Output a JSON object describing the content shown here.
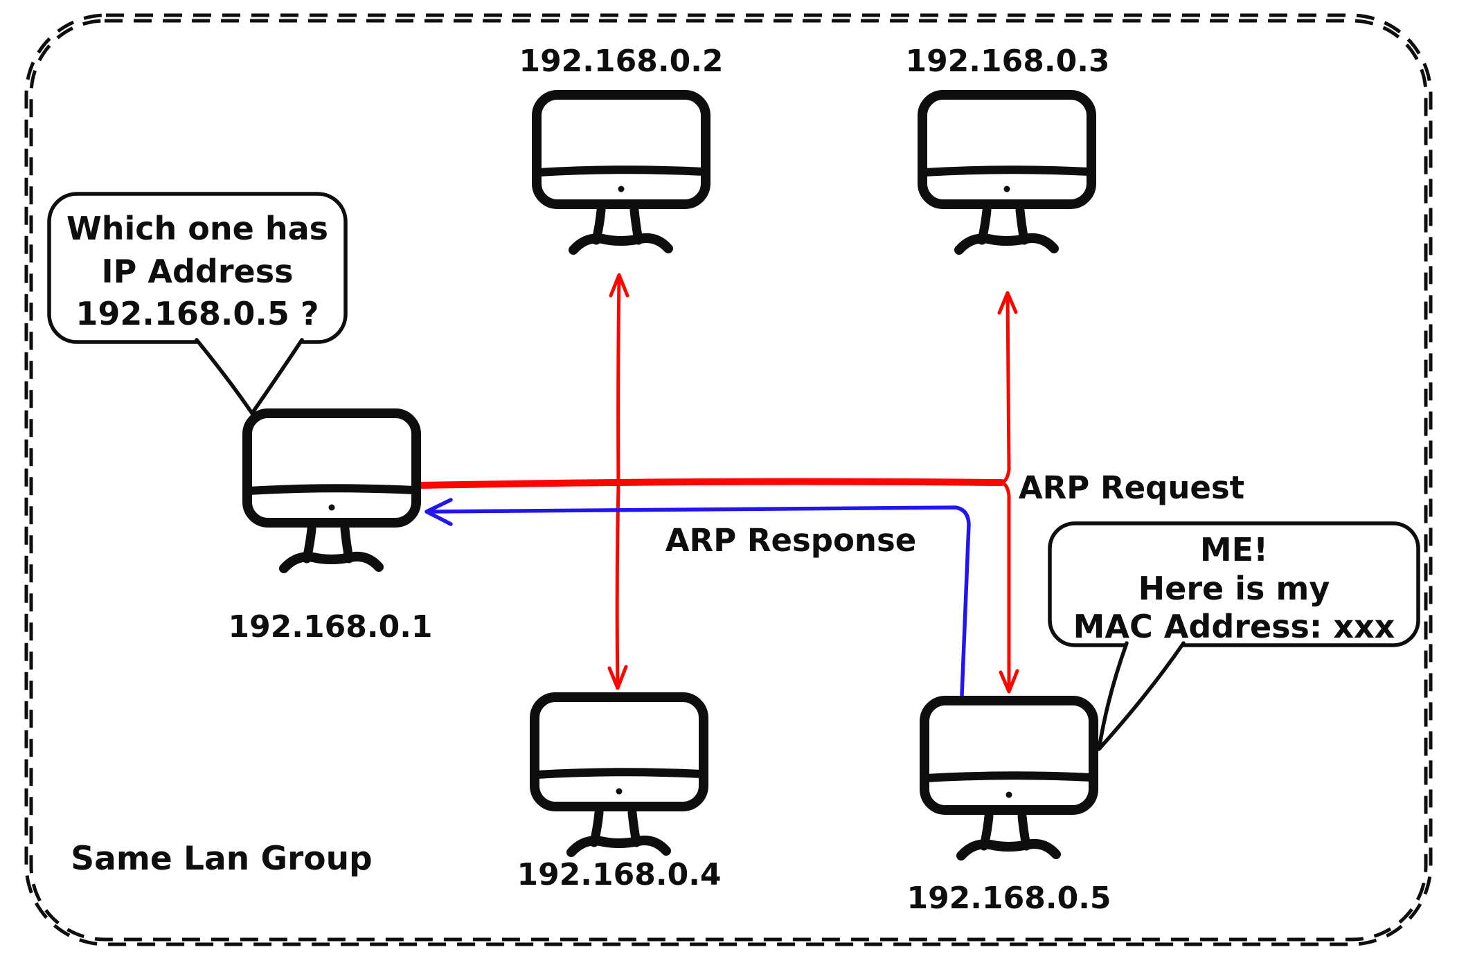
{
  "diagram": {
    "group_label": "Same Lan Group",
    "computers": [
      {
        "ip": "192.168.0.1"
      },
      {
        "ip": "192.168.0.2"
      },
      {
        "ip": "192.168.0.3"
      },
      {
        "ip": "192.168.0.4"
      },
      {
        "ip": "192.168.0.5"
      }
    ],
    "bubbles": {
      "question": {
        "lines": [
          "Which one has",
          "IP Address",
          "192.168.0.5 ?"
        ]
      },
      "answer": {
        "lines": [
          "ME!",
          "Here is my",
          "MAC Address: xxx"
        ]
      }
    },
    "labels": {
      "request": "ARP Request",
      "response": "ARP Response"
    },
    "colors": {
      "request": "#fb0702",
      "response": "#2215f2",
      "ink": "#0e0e0e"
    }
  }
}
